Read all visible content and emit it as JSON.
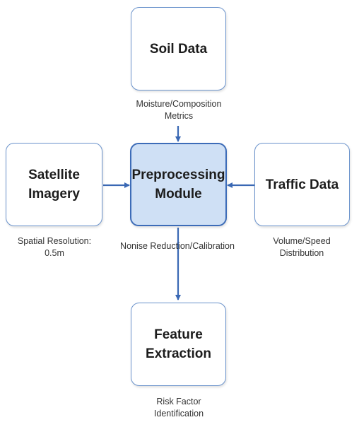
{
  "nodes": {
    "soil": {
      "label": "Soil Data",
      "caption": "Moisture/Composition\nMetrics"
    },
    "satellite": {
      "label": "Satellite\nImagery",
      "caption": "Spatial Resolution:\n0.5m"
    },
    "preprocessing": {
      "label": "Preprocessing\nModule",
      "caption": "Nonise Reduction/Calibration"
    },
    "traffic": {
      "label": "Traffic Data",
      "caption": "Volume/Speed\nDistribution"
    },
    "feature": {
      "label": "Feature\nExtraction",
      "caption": "Risk Factor\nIdentification"
    }
  },
  "edges": [
    {
      "from": "soil",
      "to": "preprocessing"
    },
    {
      "from": "satellite",
      "to": "preprocessing"
    },
    {
      "from": "traffic",
      "to": "preprocessing"
    },
    {
      "from": "preprocessing",
      "to": "feature"
    }
  ],
  "colors": {
    "node_border": "#6b93cc",
    "center_fill": "#cfe0f5",
    "center_border": "#3d6cb8",
    "arrow": "#3a68b4"
  }
}
